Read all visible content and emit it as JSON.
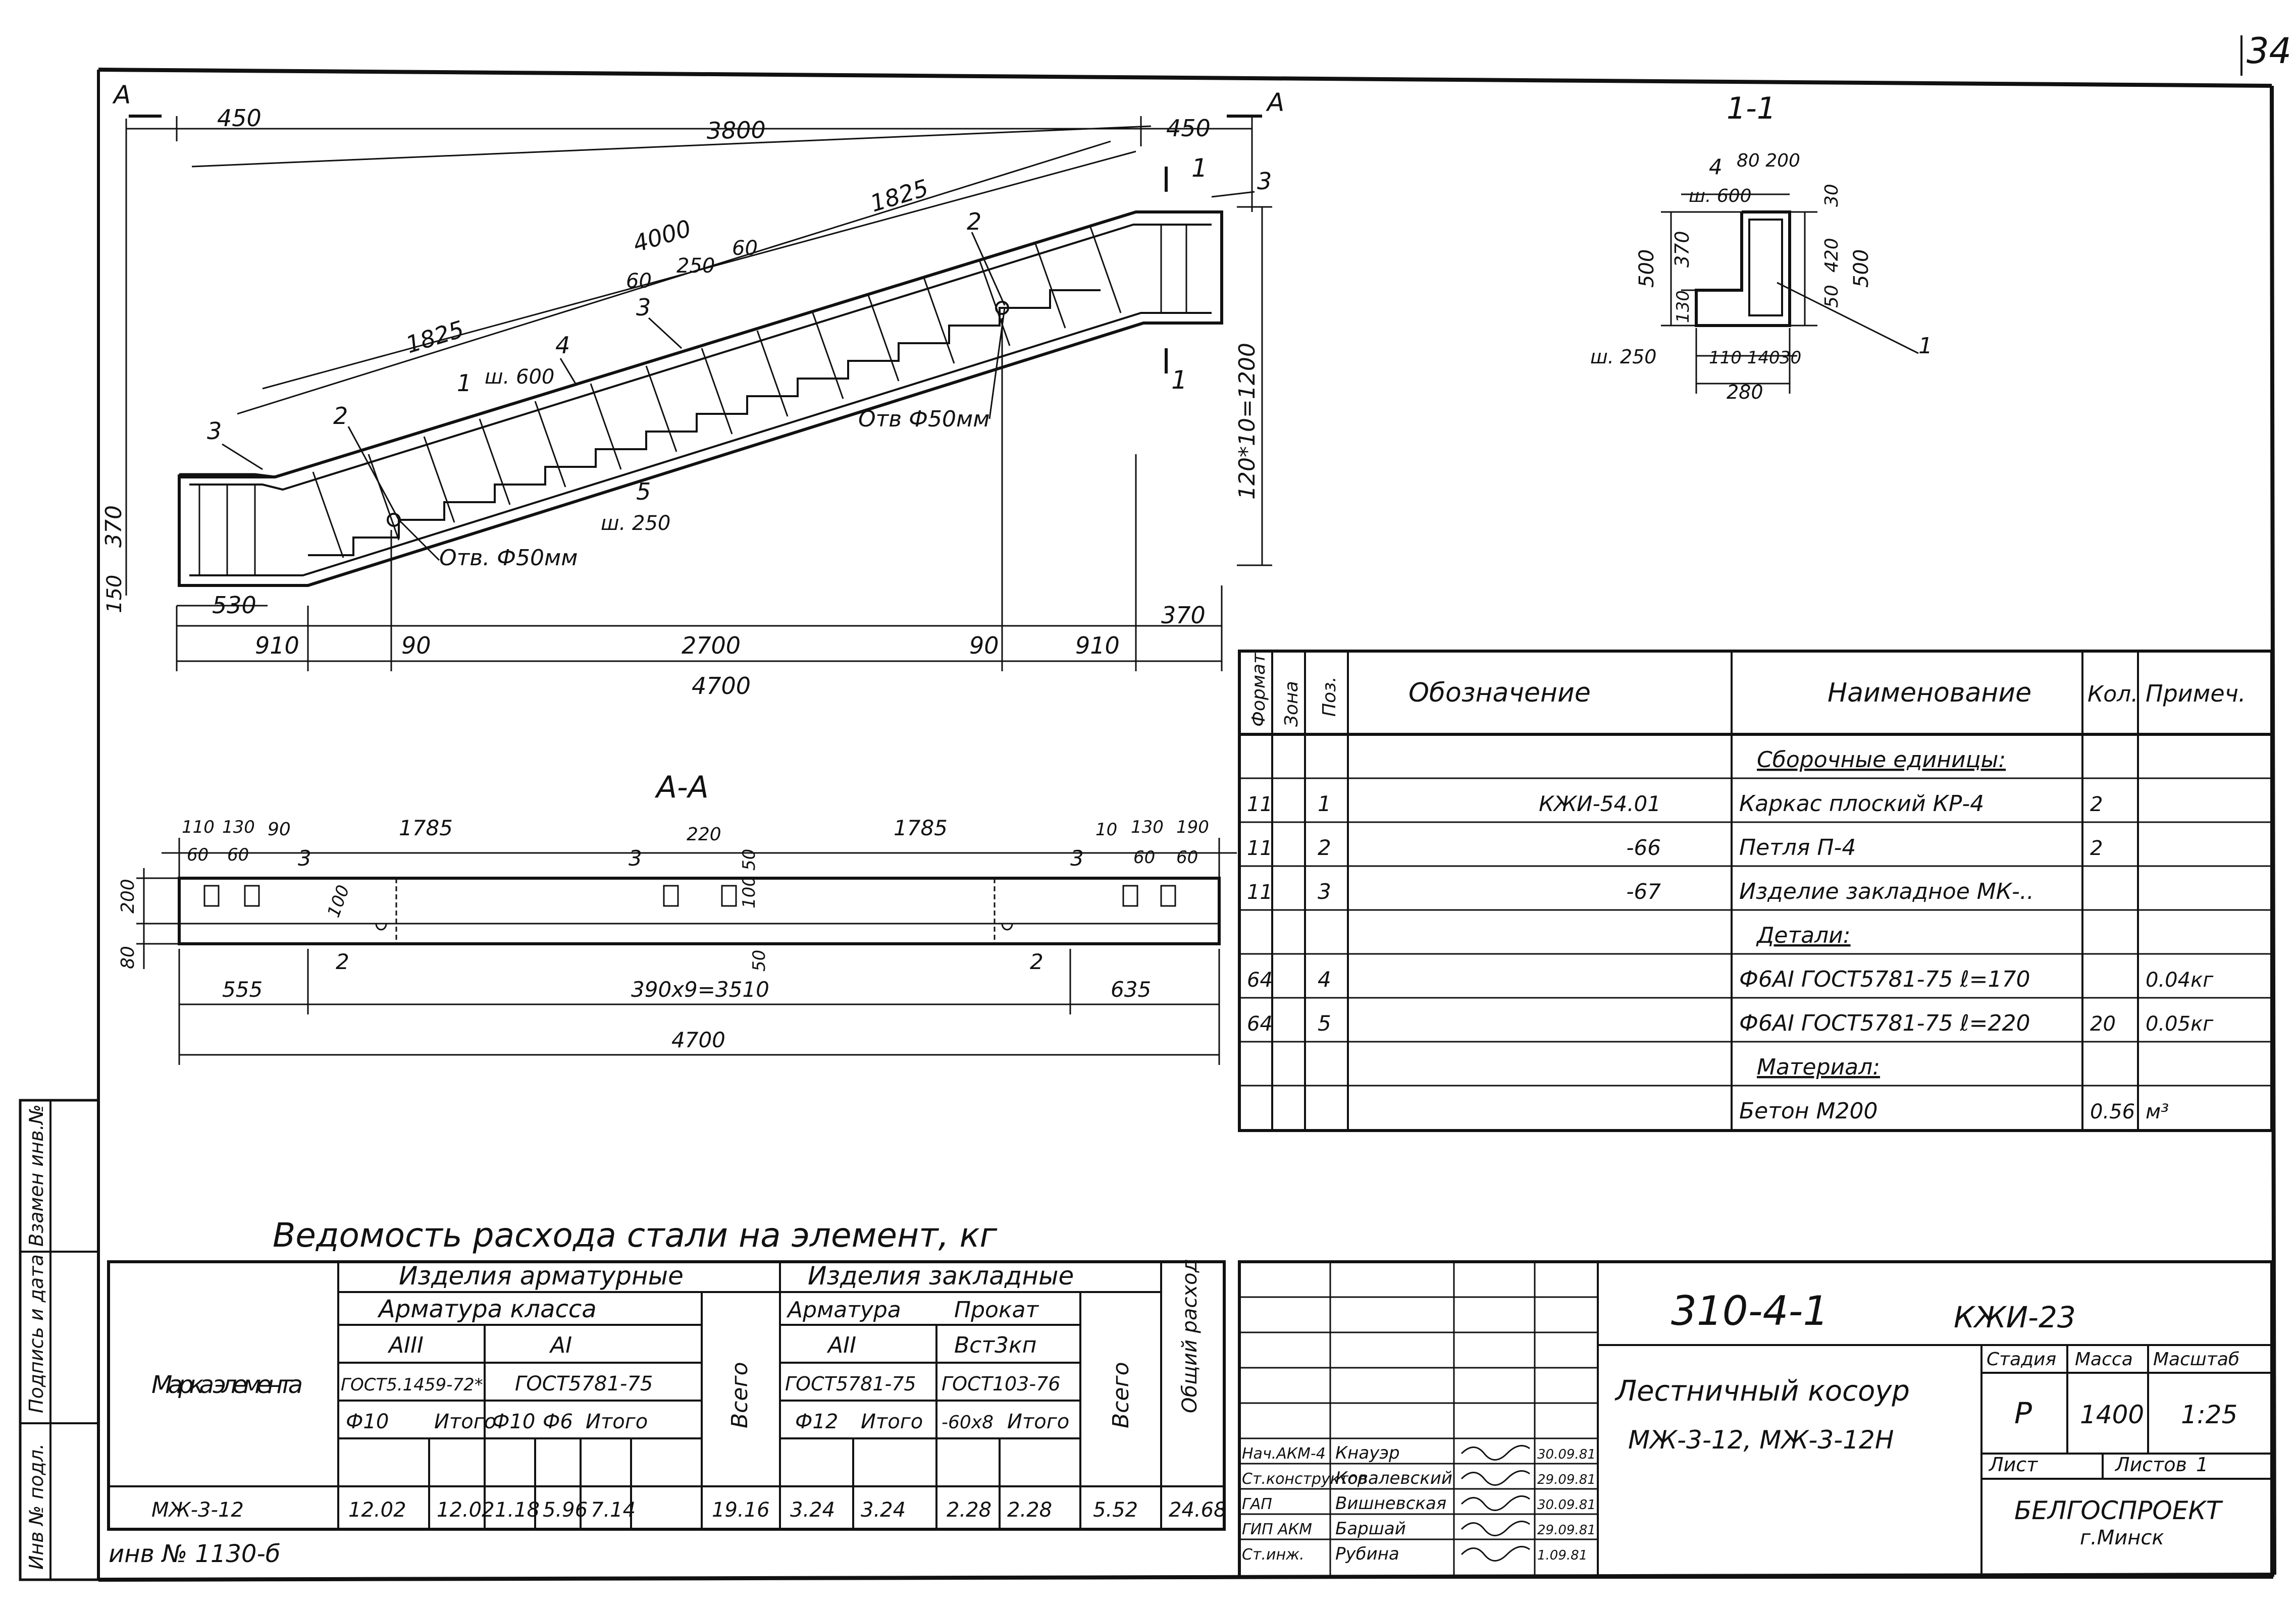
{
  "sheet": {
    "page_no": "34",
    "elevation_title": "МЖ-3-12",
    "inv_number": "инв № 1130-б",
    "side_labels": [
      "Взамен инв.№",
      "Подпись и дата",
      "Инв № подл."
    ]
  },
  "elevation": {
    "section_marks": [
      "A",
      "A",
      "1",
      "1"
    ],
    "dims": {
      "d450_left": "450",
      "d3800": "3800",
      "d450_right": "450",
      "d1825_top": "1825",
      "d4000": "4000",
      "d1825_bottom": "1825",
      "d60_a": "60",
      "d250": "250",
      "d60_b": "60",
      "d370_left": "370",
      "d150_left": "150",
      "d530": "530",
      "d910_left": "910",
      "d90_left": "90",
      "d2700": "2700",
      "d90_right": "90",
      "d910_right": "910",
      "d370_right": "370",
      "d4700": "4700",
      "d_vertical": "120*10=1200"
    },
    "callouts": {
      "c1": "1",
      "c2a": "2",
      "c2b": "2",
      "c3a": "3",
      "c3b": "3",
      "c3c": "3",
      "c4": "4",
      "c5": "5",
      "s600": "ш. 600",
      "s250": "ш. 250",
      "hole_left": "Отв. Ф50мм",
      "hole_right": "Отв Ф50мм"
    }
  },
  "section11": {
    "title": "1-1",
    "labels": {
      "n4": "4",
      "w600": "ш. 600",
      "top": "80 200",
      "d30_top": "30",
      "d500_left": "500",
      "d370": "370",
      "d130": "130",
      "d420": "420",
      "d50": "50",
      "d500_right": "500",
      "w250": "ш. 250",
      "bottom": "110 140",
      "d30_bot": "30",
      "d280": "280",
      "n1": "1"
    }
  },
  "sectionAA": {
    "title": "A-A",
    "labels": {
      "d110": "110",
      "d130_l": "130",
      "d90": "90",
      "d1785_l": "1785",
      "d220": "220",
      "d1785_r": "1785",
      "d10": "10",
      "d130_r": "130",
      "d190": "190",
      "d60_1": "60",
      "d60_2": "60",
      "d60_3": "60",
      "d60_4": "60",
      "c3_1": "3",
      "c3_2": "3",
      "c3_3": "3",
      "d50_a": "50",
      "d100_a": "100",
      "d100_b": "100",
      "d200": "200",
      "d80": "80",
      "c2_1": "2",
      "c2_2": "2",
      "d50_b": "50",
      "d555": "555",
      "d3510": "390х9=3510",
      "d635": "635",
      "d4700": "4700"
    }
  },
  "spec": {
    "headers": [
      "Формат",
      "Зона",
      "Поз.",
      "Обозначение",
      "Наименование",
      "Кол.",
      "Примеч."
    ],
    "rows": [
      {
        "fmt": "",
        "zone": "",
        "pos": "",
        "des": "",
        "name": "Сборочные единицы:",
        "qty": "",
        "note": ""
      },
      {
        "fmt": "11",
        "zone": "",
        "pos": "1",
        "des": "КЖИ-54.01",
        "name": "Каркас плоский КР-4",
        "qty": "2",
        "note": ""
      },
      {
        "fmt": "11",
        "zone": "",
        "pos": "2",
        "des": "-66",
        "name": "Петля П-4",
        "qty": "2",
        "note": ""
      },
      {
        "fmt": "11",
        "zone": "",
        "pos": "3",
        "des": "-67",
        "name": "Изделие закладное МК-..",
        "qty": "",
        "note": ""
      },
      {
        "fmt": "",
        "zone": "",
        "pos": "",
        "des": "",
        "name": "Детали:",
        "qty": "",
        "note": ""
      },
      {
        "fmt": "64",
        "zone": "",
        "pos": "4",
        "des": "",
        "name": "Ф6АI ГОСТ5781-75 ℓ=170",
        "qty": "",
        "note": "0.04кг"
      },
      {
        "fmt": "64",
        "zone": "",
        "pos": "5",
        "des": "",
        "name": "Ф6АI ГОСТ5781-75 ℓ=220",
        "qty": "20",
        "note": "0.05кг"
      },
      {
        "fmt": "",
        "zone": "",
        "pos": "",
        "des": "",
        "name": "Материал:",
        "qty": "",
        "note": ""
      },
      {
        "fmt": "",
        "zone": "",
        "pos": "",
        "des": "",
        "name": "Бетон М200",
        "qty": "0.56",
        "note": "м³"
      }
    ]
  },
  "steel": {
    "title": "Ведомость расхода стали на элемент, кг",
    "h_mark": "Марка элемента",
    "h_rebar_items": "Изделия арматурные",
    "h_rebar_class": "Арматура класса",
    "h_AIII": "AIII",
    "h_AI": "AI",
    "h_gost5459": "ГОСТ5.1459-72*",
    "h_gost5781a": "ГОСТ5781-75",
    "h_f10": "Ф10",
    "h_total1": "Итого",
    "h_f10b": "Ф10",
    "h_f6": "Ф6",
    "h_total2": "Итого",
    "h_sum1": "Всего",
    "h_embed": "Изделия закладные",
    "h_rebar": "Арматура",
    "h_rolled": "Прокат",
    "h_AII": "AII",
    "h_vst": "Вст3кп",
    "h_gost5781b": "ГОСТ5781-75",
    "h_gost103": "ГОСТ103-76",
    "h_f12": "Ф12",
    "h_total3": "Итого",
    "h_60x8": "-60х8",
    "h_total4": "Итого",
    "h_sum2": "Всего",
    "h_overall": "Общий расход",
    "row": [
      "МЖ-3-12",
      "12.02",
      "12.02",
      "1.18",
      "5.96",
      "7.14",
      "19.16",
      "3.24",
      "3.24",
      "2.28",
      "2.28",
      "5.52",
      "24.68"
    ]
  },
  "titleblock": {
    "code": "310-4-1",
    "doc": "КЖИ-23",
    "name_line1": "Лестничный косоур",
    "name_line2": "МЖ-3-12, МЖ-3-12Н",
    "stage_h": "Стадия",
    "mass_h": "Масса",
    "scale_h": "Масштаб",
    "stage": "Р",
    "mass": "1400",
    "scale": "1:25",
    "sheet_h": "Лист",
    "sheets_h": "Листов",
    "sheets": "1",
    "org": "БЕЛГОСПРОЕКТ",
    "city": "г.Минск",
    "people": [
      {
        "role": "Нач.АКМ-4",
        "name": "Кнауэр",
        "date": "30.09.81"
      },
      {
        "role": "Ст.конструктор",
        "name": "Ковалевский",
        "date": "29.09.81"
      },
      {
        "role": "ГАП",
        "name": "Вишневская",
        "date": "30.09.81"
      },
      {
        "role": "ГИП АКМ",
        "name": "Баршай",
        "date": "29.09.81"
      },
      {
        "role": "Ст.инж.",
        "name": "Рубина",
        "date": "1.09.81"
      }
    ]
  }
}
